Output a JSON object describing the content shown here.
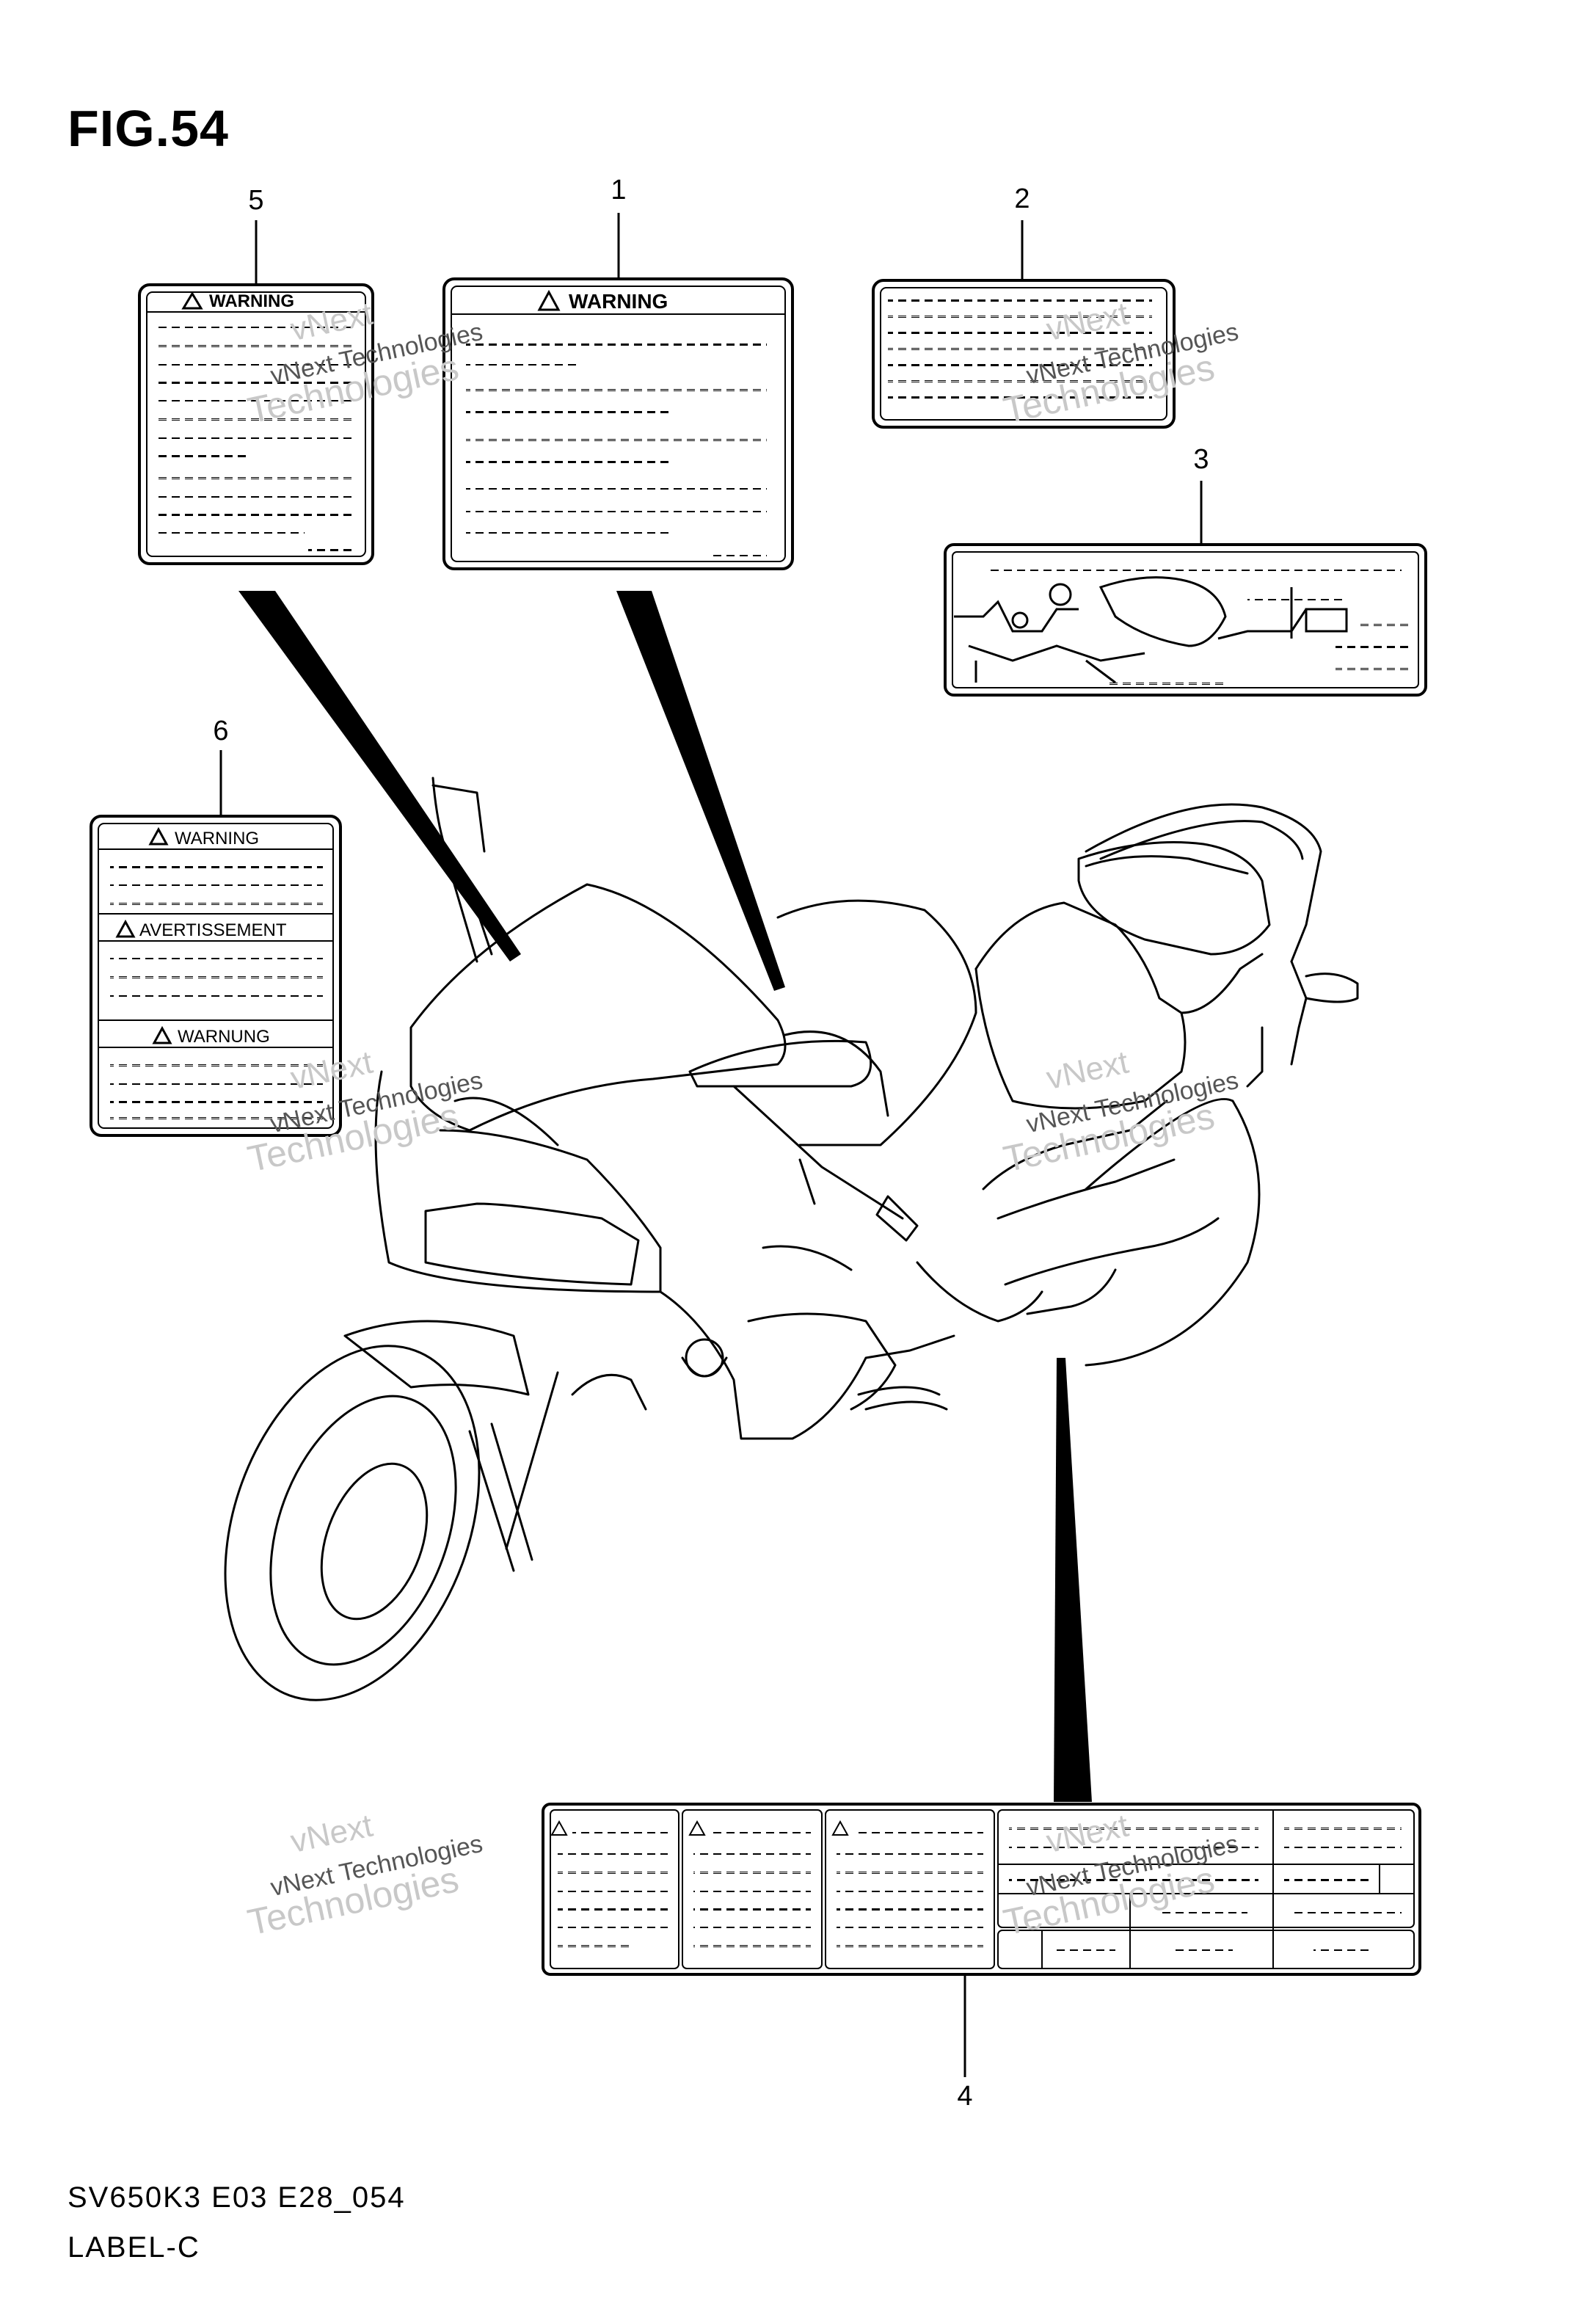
{
  "figure": {
    "title": "FIG.54",
    "footer_model": "SV650K3 E03 E28_054",
    "footer_group": "LABEL-C"
  },
  "callouts": [
    "1",
    "2",
    "3",
    "4",
    "5",
    "6"
  ],
  "labels": {
    "label1_heading": "WARNING",
    "label5_heading": "WARNING",
    "label6_heading_en": "WARNING",
    "label6_heading_fr": "AVERTISSEMENT",
    "label6_heading_de": "WARNUNG"
  },
  "watermark": {
    "line1": "vNext",
    "line2": "vNext Technologies",
    "line3": "Technologies"
  },
  "colors": {
    "ink": "#000000",
    "watermark": "#c8c8c8"
  }
}
